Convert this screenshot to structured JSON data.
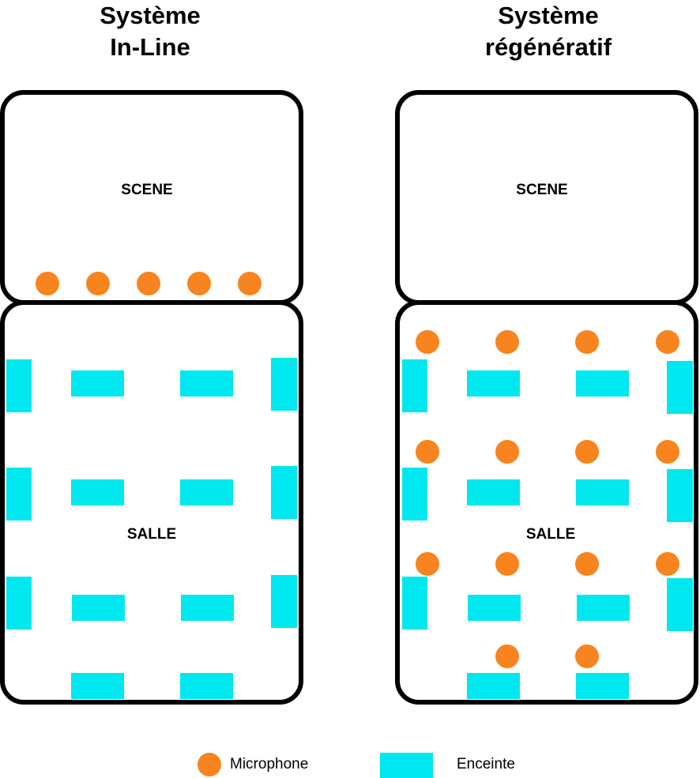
{
  "colors": {
    "microphone": "#f7841f",
    "speaker": "#00e8ef",
    "outline": "#000000"
  },
  "left_system": {
    "title_line1": "Système",
    "title_line2": "In-Line",
    "stage_label": "SCENE",
    "hall_label": "SALLE"
  },
  "right_system": {
    "title_line1": "Système",
    "title_line2": "régénératif",
    "stage_label": "SCENE",
    "hall_label": "SALLE"
  },
  "legend": {
    "microphone_label": "Microphone",
    "speaker_label": "Enceinte"
  }
}
